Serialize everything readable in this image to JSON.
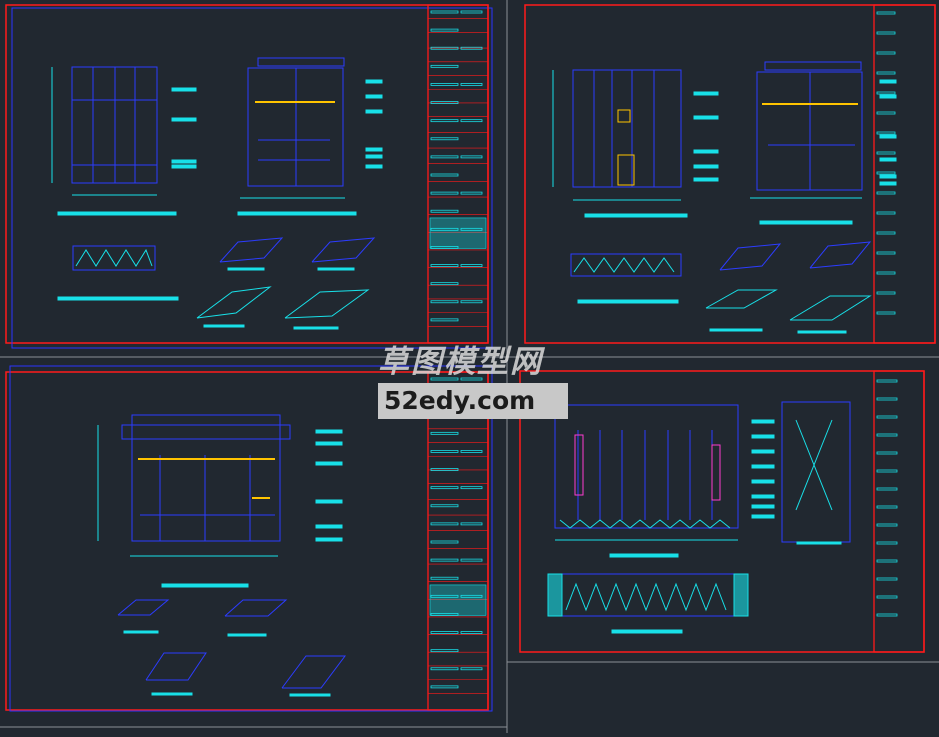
{
  "watermark": {
    "chinese": "草图模型网",
    "url": "52edy.com"
  },
  "sheets": [
    {
      "name": "sheet-top-left"
    },
    {
      "name": "sheet-top-right"
    },
    {
      "name": "sheet-bottom-left"
    },
    {
      "name": "sheet-bottom-right"
    }
  ],
  "colors": {
    "background": "#212830",
    "border_red": "#ff1a1a",
    "border_blue": "#2a35ff",
    "drawing_blue": "#2c3cff",
    "dimension_cyan": "#18e0e8",
    "accent_yellow": "#ffc400",
    "accent_magenta": "#ff3bd0",
    "sheet_grey": "#8a8f96"
  }
}
